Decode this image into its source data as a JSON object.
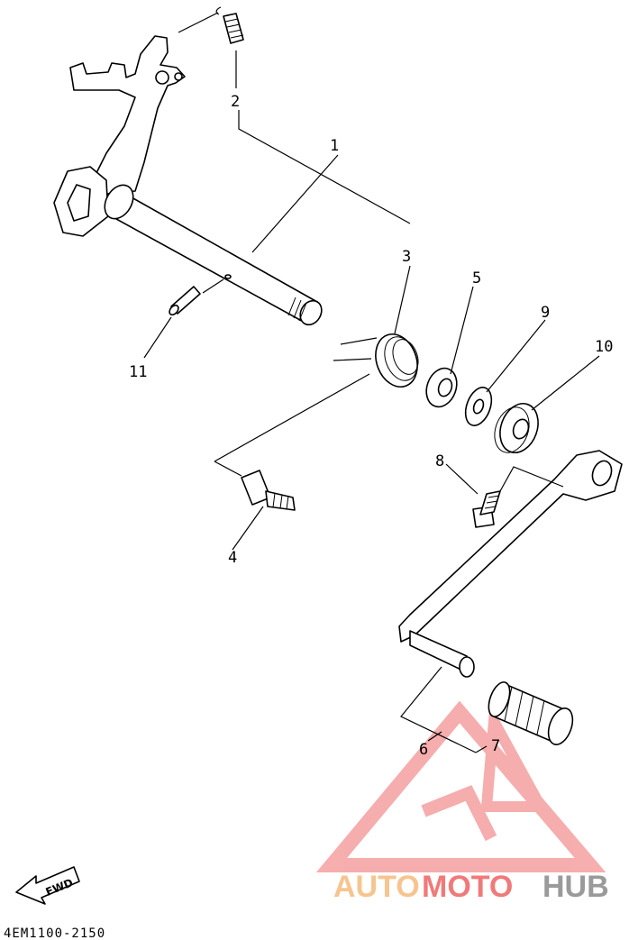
{
  "callouts": {
    "c1": "1",
    "c2": "2",
    "c3": "3",
    "c4": "4",
    "c5": "5",
    "c6": "6",
    "c7": "7",
    "c8": "8",
    "c9": "9",
    "c10": "10",
    "c11": "11"
  },
  "fwd_label": "FWD",
  "diagram_code": "4EM1100-2150",
  "watermark": {
    "part1": "AUTO",
    "part2": "MOTO",
    "part3": "HUB",
    "color_orange": "#f6c58f",
    "color_red": "#f07a7a",
    "color_gray": "#9a9a9a",
    "logo_name": "triangle-logo"
  }
}
